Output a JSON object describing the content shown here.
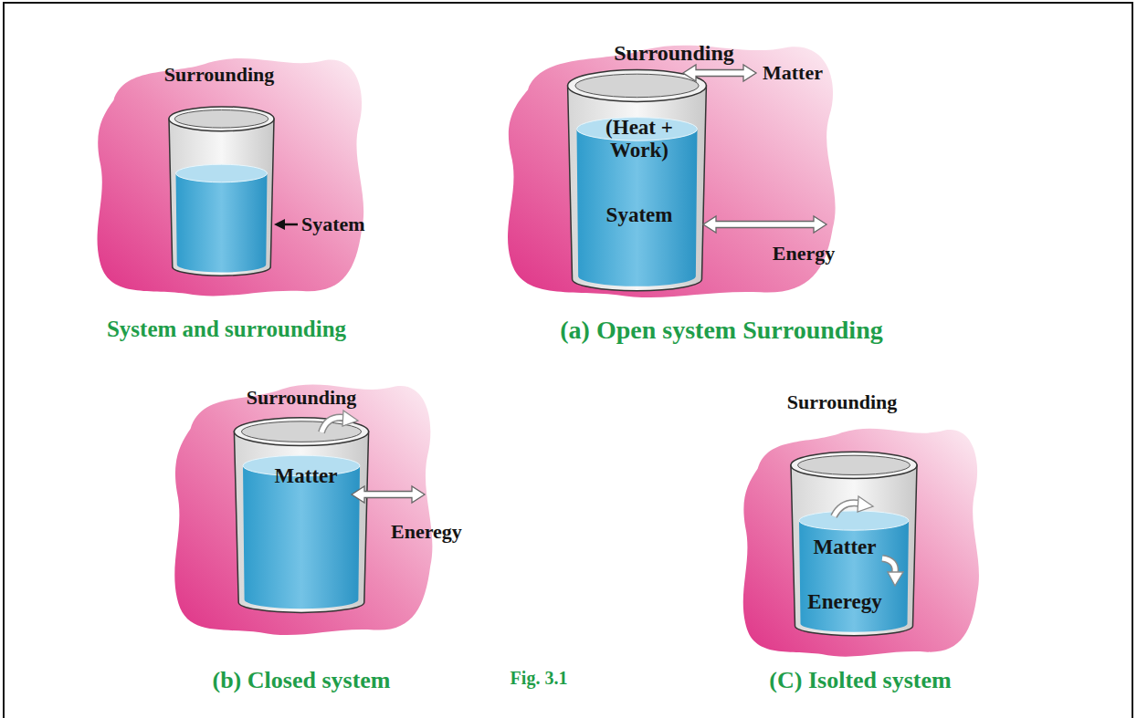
{
  "diagram": {
    "caption": "Fig. 3.1",
    "nodes": [
      {
        "text": [
          "Surrounding"
        ]
      },
      {
        "text": [
          "Syatem"
        ],
        "in": 0
      },
      {
        "text": [
          "Surrounding"
        ]
      },
      {
        "text": [
          "(Heat + Work)",
          "Syatem"
        ],
        "in": 2
      },
      {
        "text": [
          "Surrounding"
        ]
      },
      {
        "text": [
          "Matter"
        ],
        "in": 4
      },
      {
        "text": [
          "Surrounding"
        ]
      },
      {
        "text": [
          "Matter",
          "Eneregy"
        ],
        "in": 6
      }
    ],
    "labels": [
      "System and surrounding",
      "Matter",
      "Energy",
      "(a) Open system Surrounding",
      "Eneregy",
      "(b) Closed system",
      "(C) Isolted system"
    ]
  }
}
